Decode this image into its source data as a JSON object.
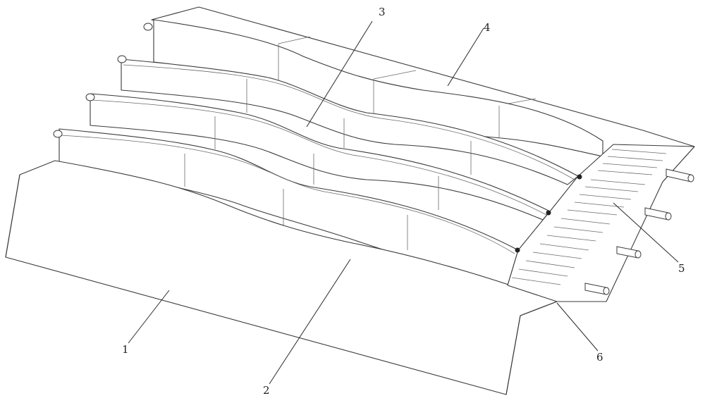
{
  "labels": {
    "l1": "1",
    "l2": "2",
    "l3": "3",
    "l4": "4",
    "l5": "5",
    "l6": "6"
  },
  "colors": {
    "line": "#3a3a3a",
    "background": "#ffffff"
  }
}
